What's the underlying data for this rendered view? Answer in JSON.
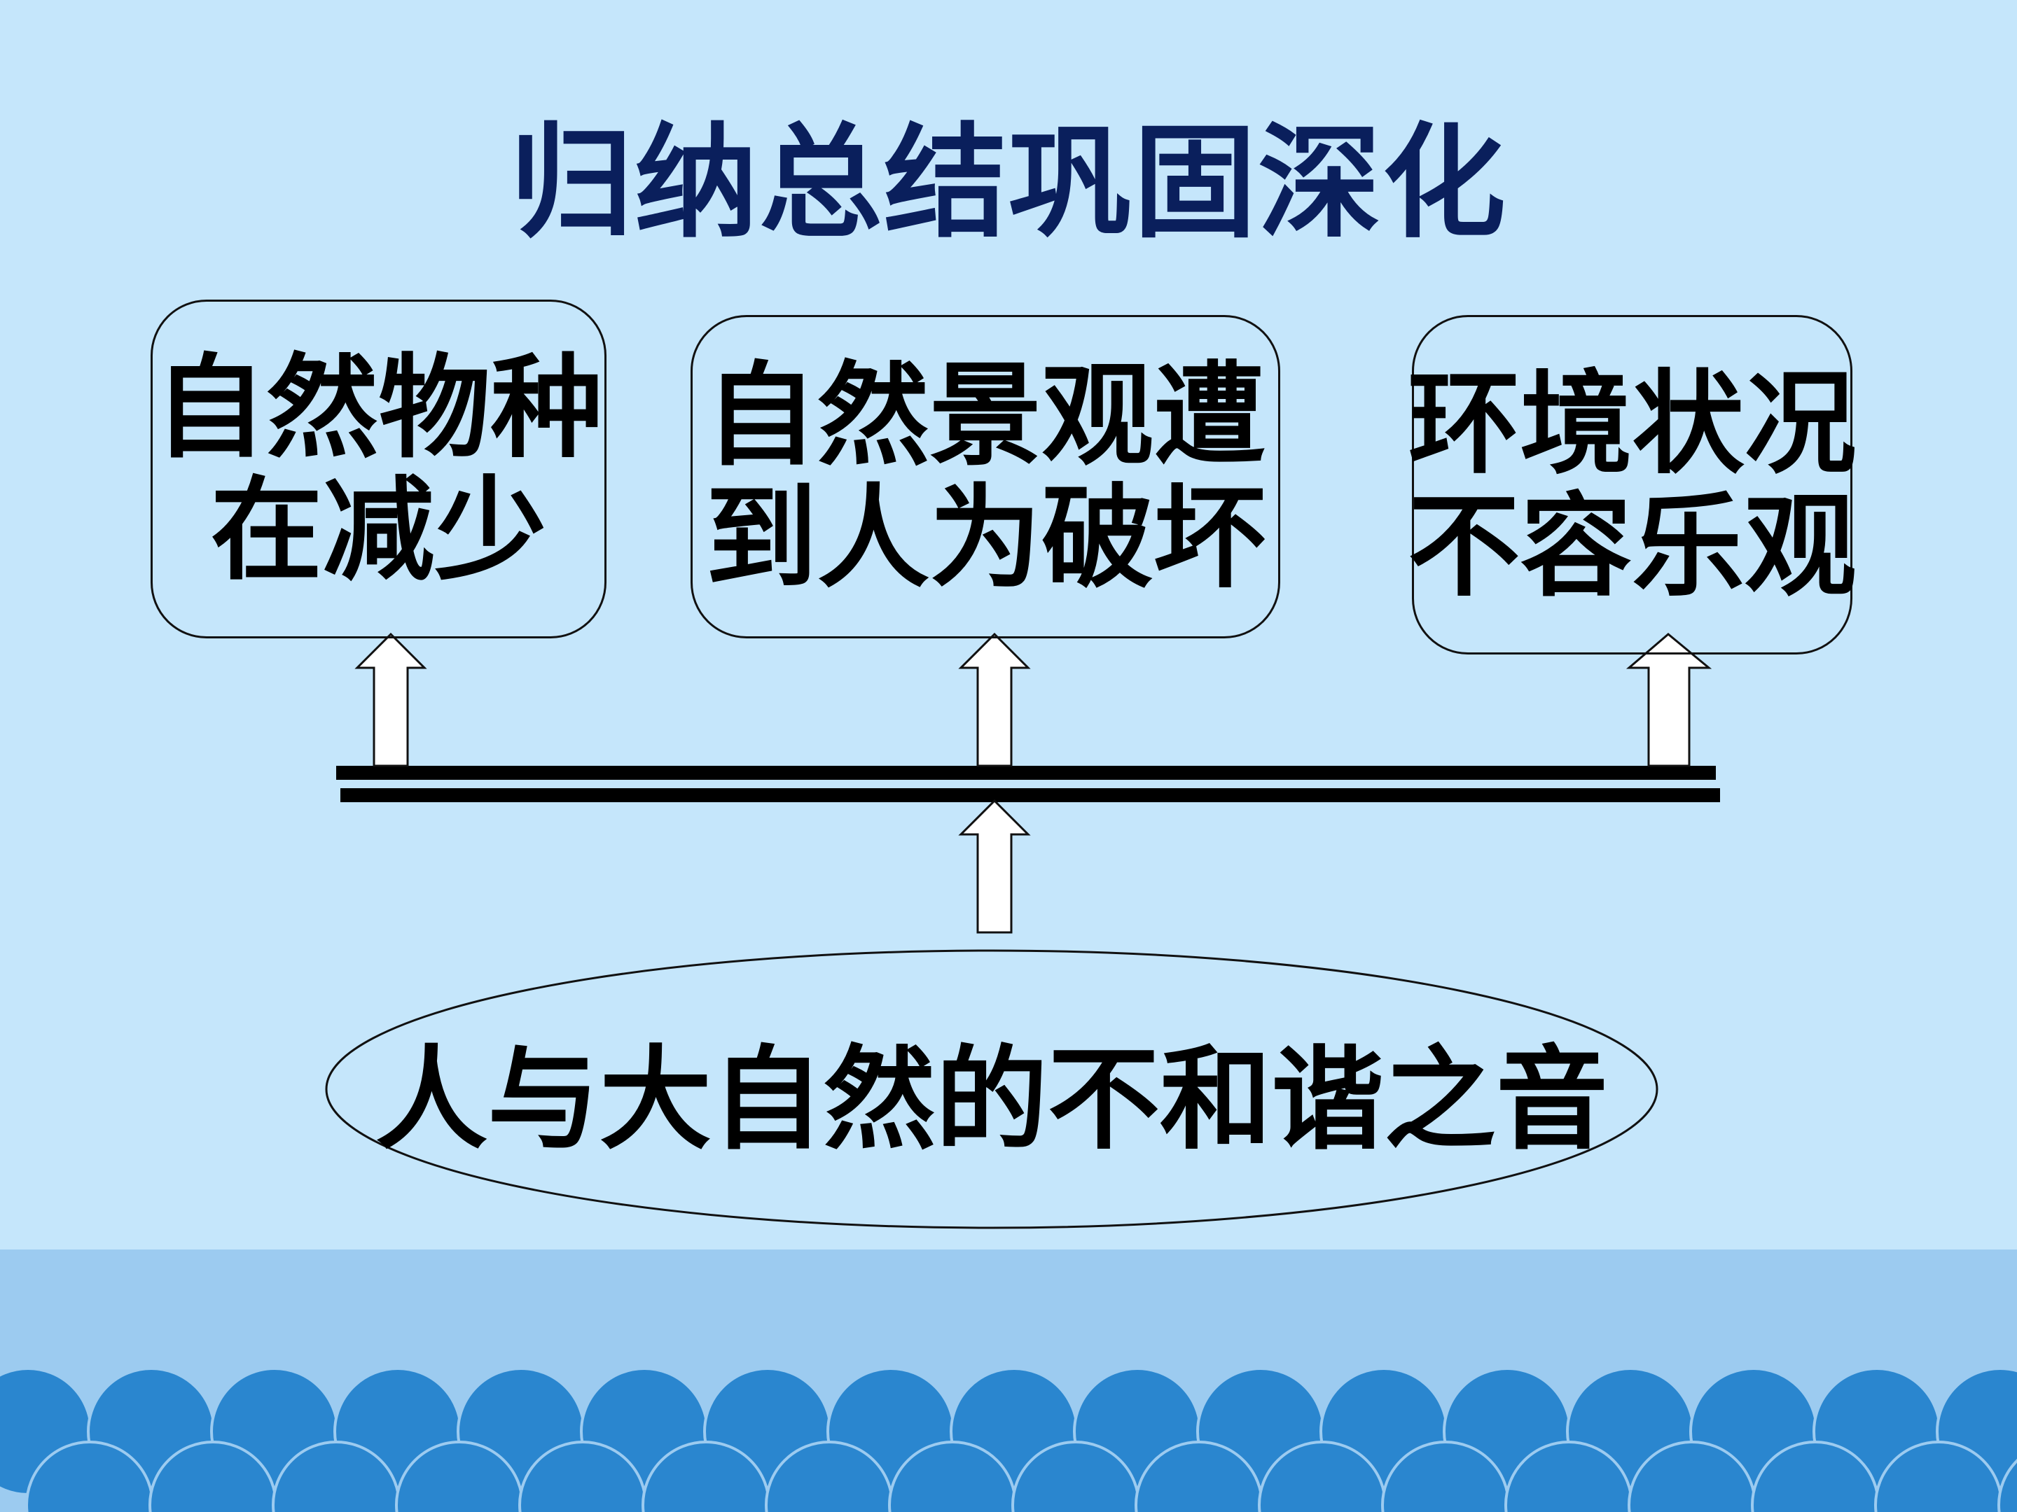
{
  "title": "归纳总结巩固深化",
  "boxes": [
    {
      "line1": "自然物种",
      "line2": "在减少"
    },
    {
      "line1": "自然景观遭",
      "line2": "到人为破坏"
    },
    {
      "line1": "环境状况",
      "line2": "不容乐观"
    }
  ],
  "center_statement": "人与大自然的不和谐之音",
  "colors": {
    "background": "#c5e6fb",
    "title": "#0a1f5c",
    "footer_band": "#9ccbf0",
    "footer_scallop": "#2a86cf"
  }
}
